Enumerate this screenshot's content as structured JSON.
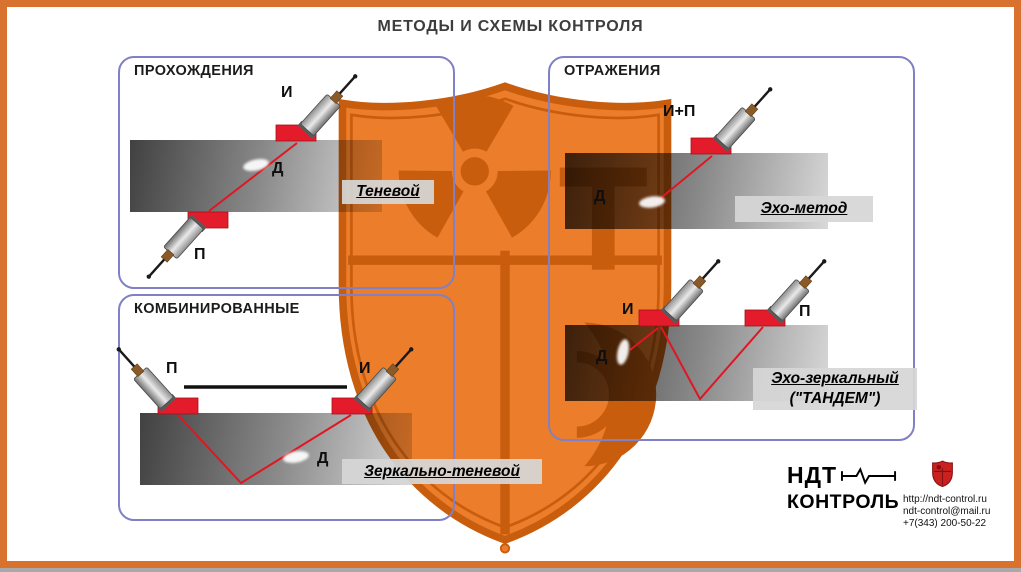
{
  "title": "МЕТОДЫ И СХЕМЫ КОНТРОЛЯ",
  "panels": {
    "transmission": {
      "title": "ПРОХОЖДЕНИЯ",
      "emitter_label": "И",
      "receiver_label": "П",
      "defect_label": "Д",
      "method_label": "Теневой"
    },
    "reflection": {
      "title": "ОТРАЖЕНИЯ",
      "echo": {
        "probe_label": "И+П",
        "defect_label": "Д",
        "method_label": "Эхо-метод"
      },
      "tandem": {
        "emitter_label": "И",
        "receiver_label": "П",
        "defect_label": "Д",
        "method_label_line1": "Эхо-зеркальный",
        "method_label_line2": "(\"ТАНДЕМ\")"
      }
    },
    "combined": {
      "title": "КОМБИНИРОВАННЫЕ",
      "emitter_label": "И",
      "receiver_label": "П",
      "defect_label": "Д",
      "method_label": "Зеркально-теневой"
    }
  },
  "footer": {
    "brand_line1": "НДТ",
    "brand_line2": "КОНТРОЛЬ",
    "website": "http://ndt-control.ru",
    "email": "ndt-control@mail.ru",
    "phone": "+7(343) 200-50-22"
  },
  "colors": {
    "frame_orange": "#d9722f",
    "shield_orange": "#ec7d2b",
    "shield_outline": "#c85d0e",
    "panel_border": "#8080c6",
    "probe_red": "#e41b2a",
    "beam_red": "#e01622"
  }
}
